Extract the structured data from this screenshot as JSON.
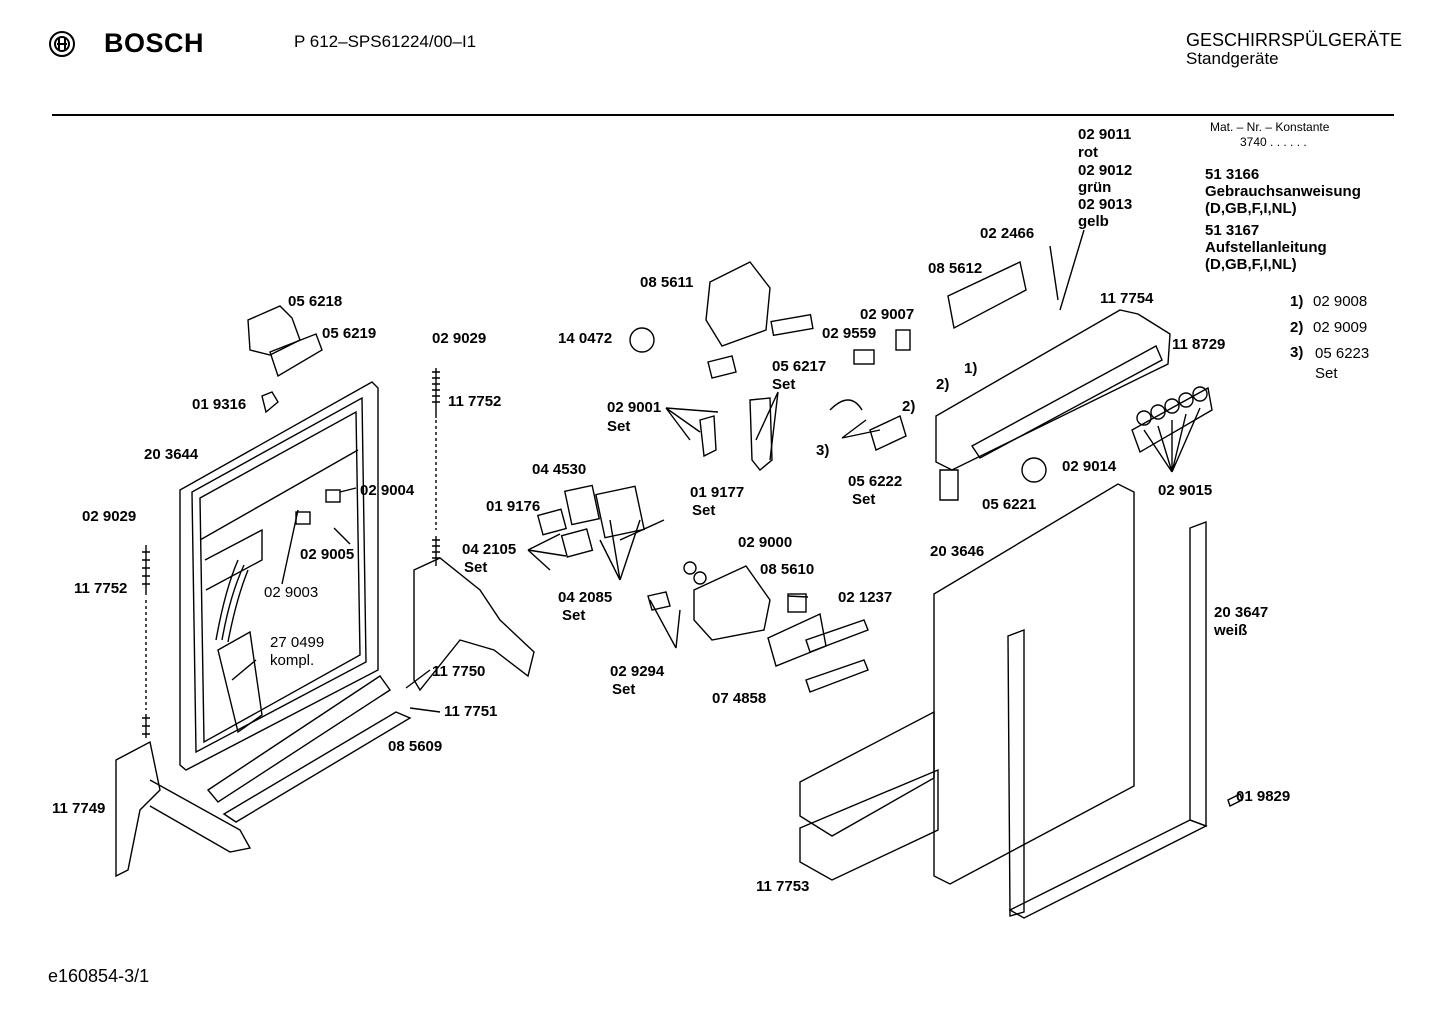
{
  "header": {
    "brand": "BOSCH",
    "model": "P 612–SPS61224/00–I1",
    "category": "GESCHIRRSPÜLGERÄTE",
    "subcategory": "Standgeräte"
  },
  "info": {
    "mat_header": "Mat. – Nr. – Konstante",
    "mat_value": "3740 . . . . . .",
    "docs": [
      {
        "number": "51 3166",
        "title": "Gebrauchsanweisung",
        "langs": "(D,GB,F,I,NL)"
      },
      {
        "number": "51 3167",
        "title": "Aufstellanleitung",
        "langs": "(D,GB,F,I,NL)"
      }
    ],
    "notes": [
      {
        "key": "1)",
        "part": "02 9008"
      },
      {
        "key": "2)",
        "part": "02 9009"
      },
      {
        "key": "3)",
        "part": "05 6223",
        "extra": "Set"
      }
    ]
  },
  "labels": {
    "p029011": "02 9011",
    "rot": "rot",
    "p029012": "02 9012",
    "gruen": "grün",
    "p029013": "02 9013",
    "gelb": "gelb",
    "p022466": "02 2466",
    "p085612": "08 5612",
    "p117754": "11 7754",
    "p118729": "11 8729",
    "p085611": "08 5611",
    "p140472": "14 0472",
    "p029007": "02 9007",
    "p029559": "02 9559",
    "p056217": "05 6217",
    "set": "Set",
    "m1": "1)",
    "m2a": "2)",
    "m2b": "2)",
    "m3": "3)",
    "p029001": "02 9001",
    "p056222": "05 6222",
    "p029014": "02 9014",
    "p029015": "02 9015",
    "p056221": "05 6221",
    "p056218": "05 6218",
    "p056219": "05 6219",
    "p029029a": "02 9029",
    "p019316": "01 9316",
    "p117752a": "11 7752",
    "p203644": "20 3644",
    "p029004": "02 9004",
    "p029029b": "02 9029",
    "p029005": "02 9005",
    "p117752b": "11 7752",
    "p029003": "02 9003",
    "p270499": "27 0499",
    "kompl": "kompl.",
    "p044530": "04 4530",
    "p019176": "01 9176",
    "p019177": "01 9177",
    "p042105": "04 2105",
    "p029000": "02 9000",
    "p085610": "08 5610",
    "p042085": "04 2085",
    "p021237": "02 1237",
    "p203646": "20 3646",
    "p117750": "11 7750",
    "p117751": "11 7751",
    "p085609": "08 5609",
    "p029294": "02 9294",
    "p074858": "07 4858",
    "p203647": "20 3647",
    "weiss": "weiß",
    "p019829": "01 9829",
    "p117749": "11 7749",
    "p117753": "11 7753"
  },
  "footer": {
    "code": "e160854-3/1"
  }
}
